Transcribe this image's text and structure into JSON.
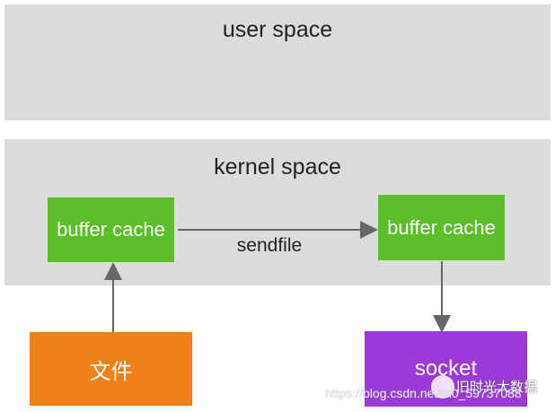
{
  "regions": {
    "user_space": "user space",
    "kernel_space": "kernel space"
  },
  "nodes": {
    "buffer_cache_left": "buffer cache",
    "buffer_cache_right": "buffer cache",
    "file": "文件",
    "socket": "socket"
  },
  "edges": {
    "sendfile": "sendfile"
  },
  "watermark": {
    "brand": "旧时光大数据",
    "url": "https://blog.csdn.net/m0_59737088"
  },
  "colors": {
    "region": "#dcdcdc",
    "buffer_cache": "#5cbf2a",
    "file": "#f0801a",
    "socket": "#9b3ad8",
    "arrow": "#666666"
  }
}
